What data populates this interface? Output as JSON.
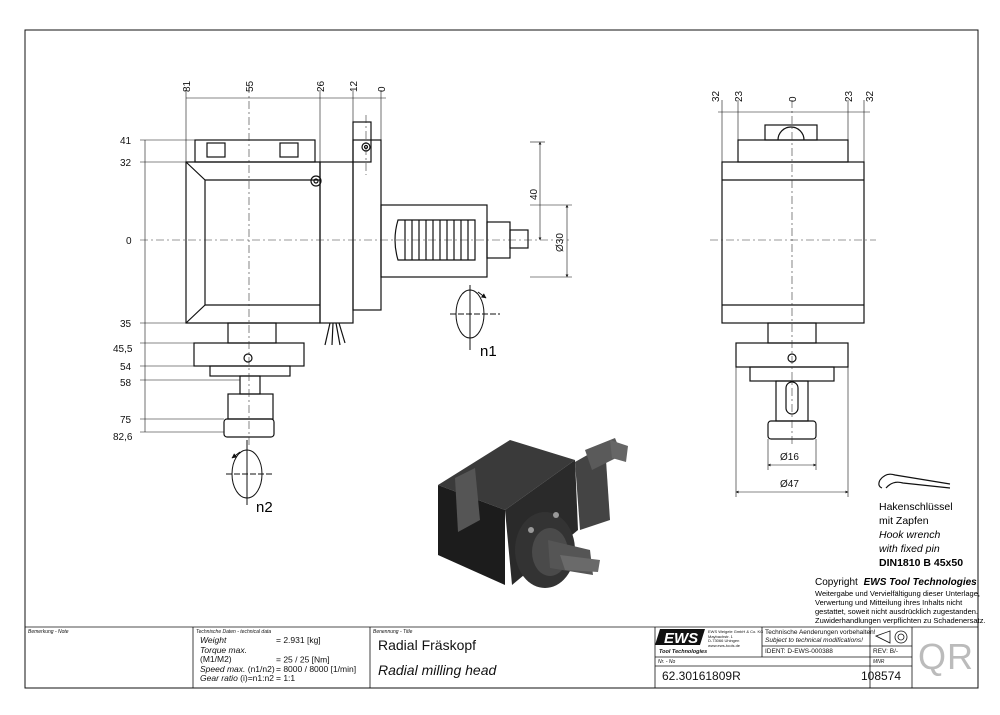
{
  "drawing": {
    "left_view": {
      "horizontal_dims": [
        "81",
        "55",
        "26",
        "12",
        "0"
      ],
      "vertical_dims": [
        "41",
        "32",
        "0",
        "35",
        "45,5",
        "54",
        "58",
        "75",
        "82,6"
      ],
      "side_dims": [
        "40",
        "Ø30"
      ],
      "rotation_labels": [
        "n1",
        "n2"
      ]
    },
    "right_view": {
      "horizontal_dims": [
        "32",
        "23",
        "0",
        "23",
        "32"
      ],
      "diameter_dims": [
        "Ø16",
        "Ø47"
      ]
    },
    "wrench_note": [
      "Hakenschlüssel",
      "mit Zapfen",
      "Hook wrench",
      "with fixed pin",
      "DIN1810 B 45x50"
    ],
    "copyright": {
      "prefix": "Copyright",
      "company": "EWS Tool Technologies",
      "lines": [
        "Weitergabe und Vervielfältigung dieser Unterlage,",
        "Verwertung und Mitteilung ihres Inhalts nicht",
        "gestattet, soweit nicht ausdrücklich zugestanden.",
        "Zuwiderhandlungen verpflichten zu Schadenersatz."
      ]
    }
  },
  "title_block": {
    "note_label": "Bemerkung - Note",
    "tech_label": "Technische Daten - technical data",
    "tech_rows": [
      {
        "label": "Weight",
        "unit": "",
        "value": "2.931 [kg]"
      },
      {
        "label": "Torque max.",
        "unit": "(M1/M2)",
        "value": "25 / 25 [Nm]"
      },
      {
        "label": "Speed max.",
        "unit": "(n1/n2)",
        "value": "8000 / 8000 [1/min]"
      },
      {
        "label": "Gear ratio",
        "unit": "(i)=n1:n2",
        "value": "1:1"
      }
    ],
    "designation_label": "Benennung - Title",
    "title_de": "Radial Fräskopf",
    "title_en": "Radial milling head",
    "logo": "EWS",
    "logo_sub": "Tool Technologies",
    "company_lines": [
      "EWS Weigele GmbH & Co. KG",
      "Maybachstr. 1",
      "D-73066 Uhingen",
      "www.ews-tools.de"
    ],
    "change_note_de": "Technische Aenderungen vorbehalten!",
    "change_note_en": "Subject to technical modifications!",
    "ident": "IDENT: D-EWS-000388",
    "rev": "REV: B/-",
    "nr_label": "Nr. - No",
    "part_number": "62.30161809R",
    "mnr_label": "MNR",
    "mnr": "108574",
    "qr": "QR"
  }
}
